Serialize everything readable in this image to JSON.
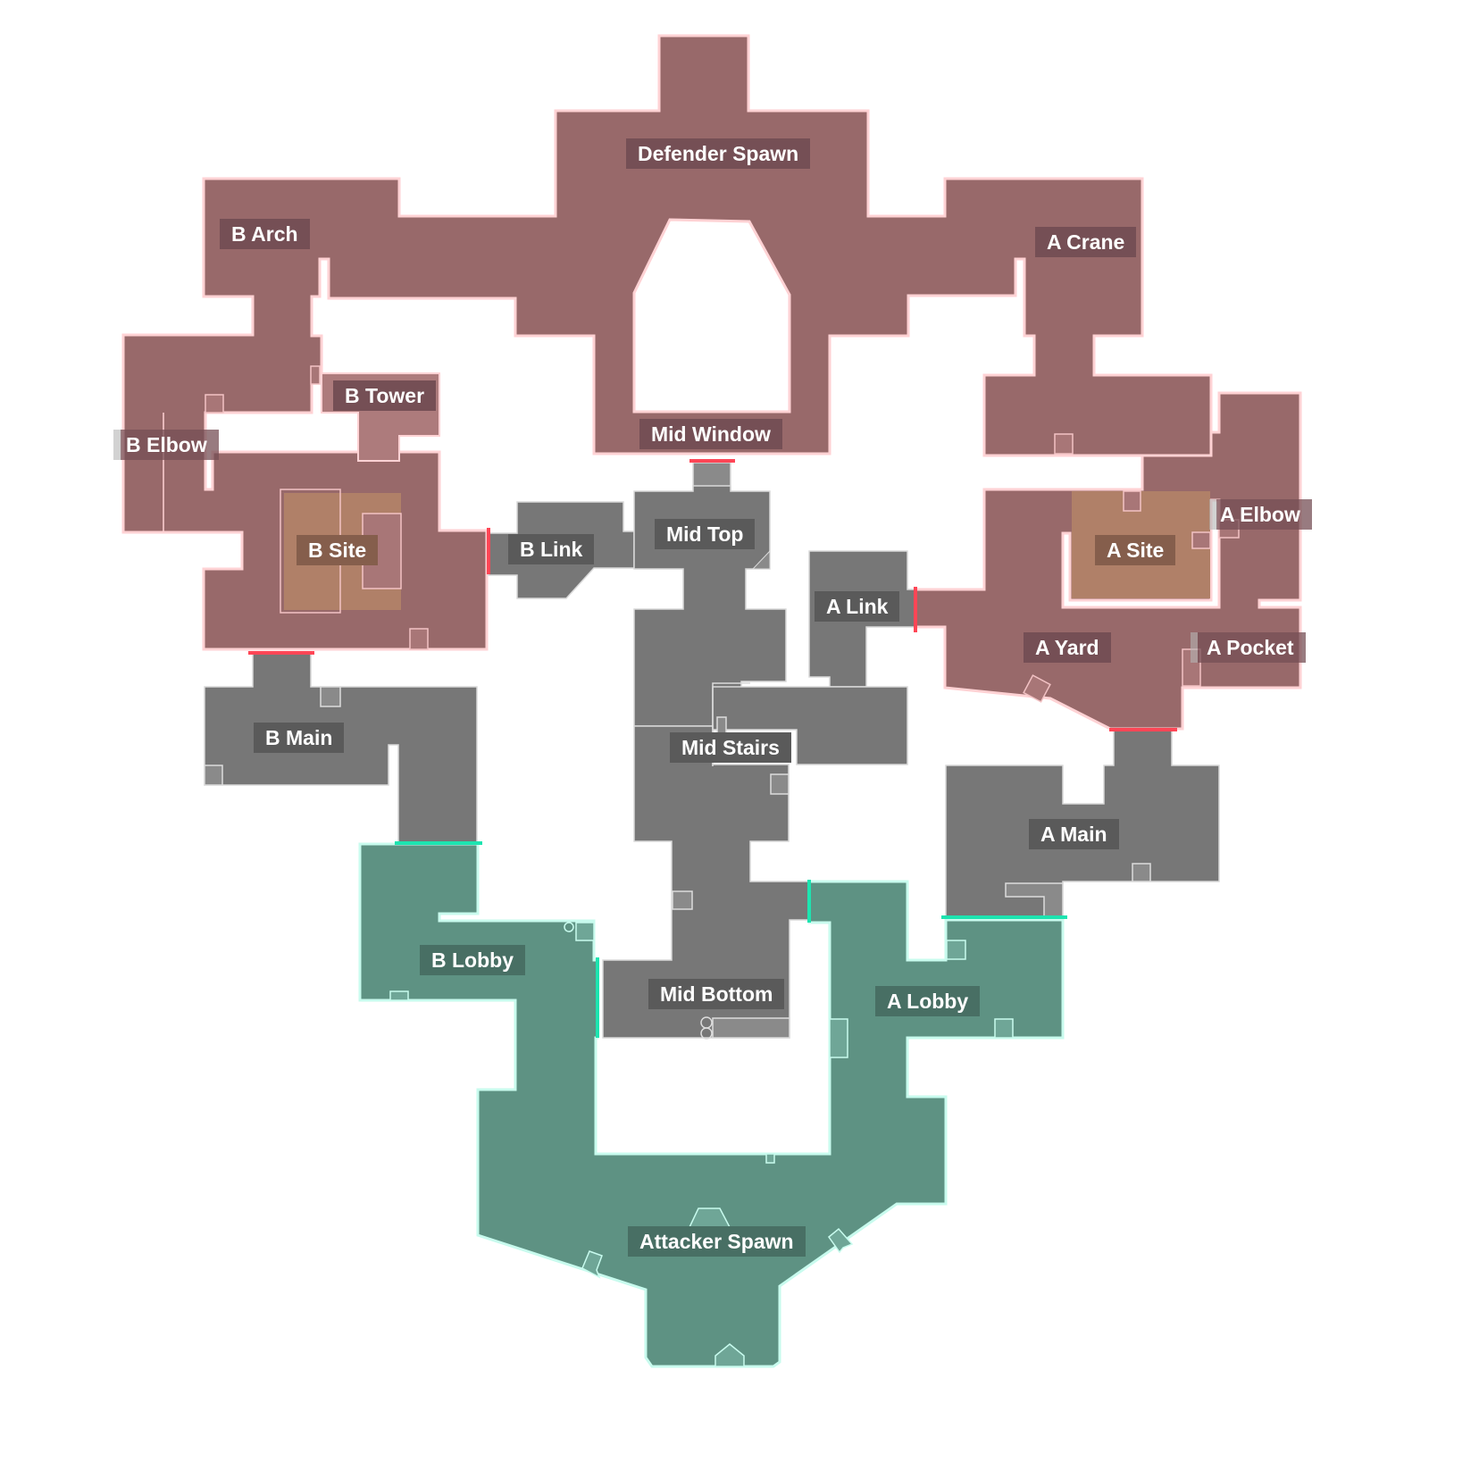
{
  "map": {
    "colors": {
      "defender_zone": "#98696a",
      "defender_outline": "#ffd2d4",
      "neutral_zone": "#777777",
      "attacker_zone": "#5e9283",
      "attacker_outline": "#c8fbee",
      "site_zone": "#b08068",
      "defender_door": "#ff4656",
      "attacker_door": "#1de4b0",
      "label_defender_bg": "#754f55",
      "label_neutral_bg": "#5a5a5a",
      "label_attacker_bg": "#486f64"
    },
    "callouts": {
      "defender_spawn": "Defender Spawn",
      "b_arch": "B Arch",
      "a_crane": "A Crane",
      "b_tower": "B Tower",
      "b_elbow": "B Elbow",
      "mid_window": "Mid Window",
      "b_site": "B Site",
      "b_link": "B Link",
      "mid_top": "Mid Top",
      "a_elbow": "A Elbow",
      "a_site": "A Site",
      "a_link": "A Link",
      "a_yard": "A Yard",
      "a_pocket": "A Pocket",
      "b_main": "B Main",
      "mid_stairs": "Mid Stairs",
      "a_main": "A Main",
      "b_lobby": "B Lobby",
      "mid_bottom": "Mid Bottom",
      "a_lobby": "A Lobby",
      "attacker_spawn": "Attacker Spawn"
    }
  }
}
